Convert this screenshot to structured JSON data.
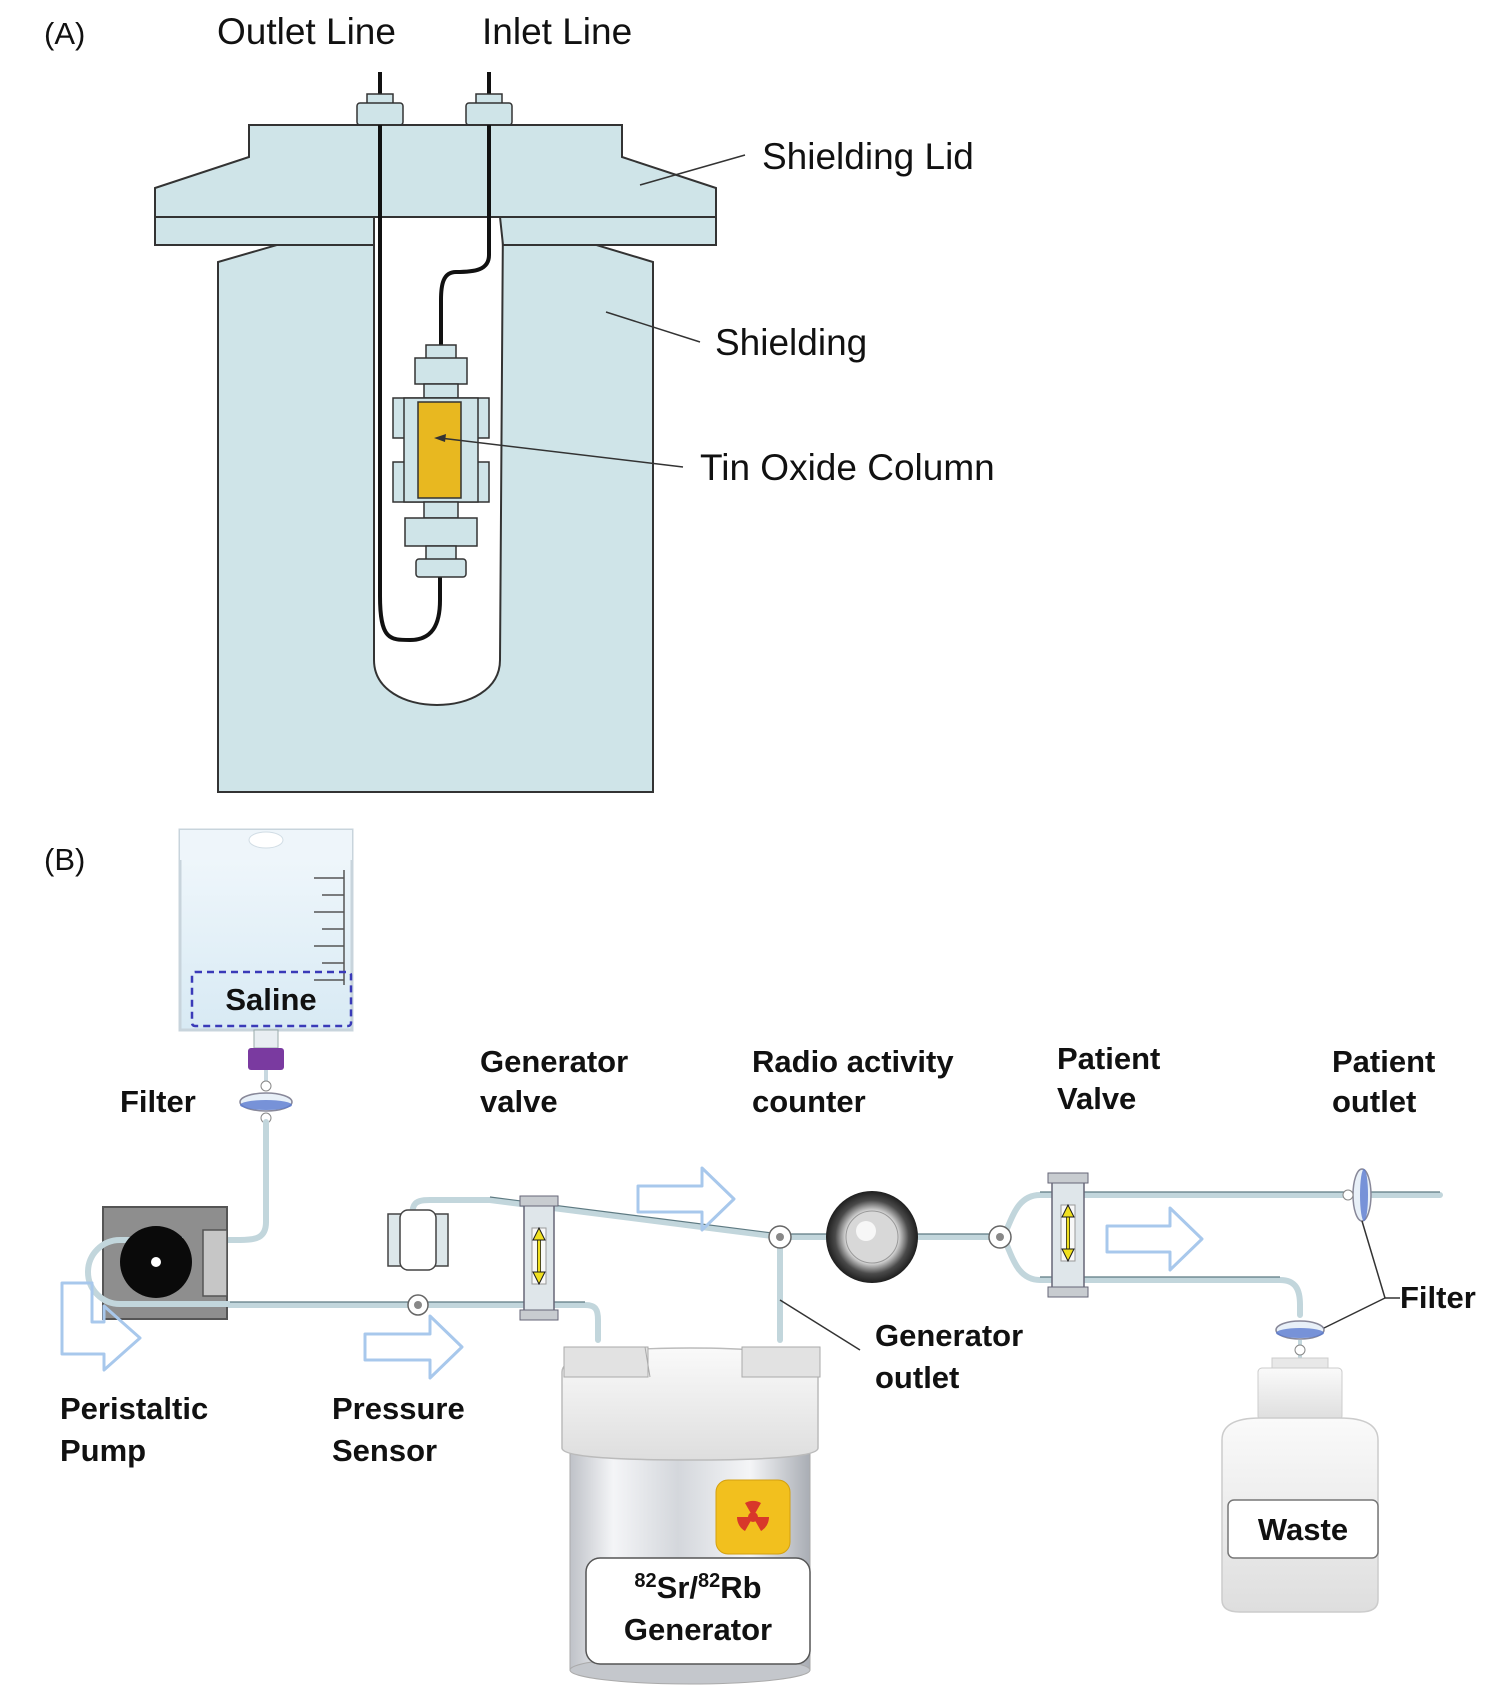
{
  "panel_a": {
    "panel_label": "(A)",
    "outlet_line": "Outlet Line",
    "inlet_line": "Inlet Line",
    "shielding_lid": "Shielding Lid",
    "shielding": "Shielding",
    "tin_oxide_column": "Tin Oxide Column"
  },
  "panel_b": {
    "panel_label": "(B)",
    "saline": "Saline",
    "filter_top": "Filter",
    "generator_valve": [
      "Generator",
      "valve"
    ],
    "radio_activity_counter": [
      "Radio activity",
      "counter"
    ],
    "patient_valve": [
      "Patient",
      "Valve"
    ],
    "patient_outlet": [
      "Patient",
      "outlet"
    ],
    "filter_right": "Filter",
    "generator_outlet": [
      "Generator",
      "outlet"
    ],
    "peristaltic_pump": [
      "Peristaltic",
      "Pump"
    ],
    "pressure_sensor": [
      "Pressure",
      "Sensor"
    ],
    "waste": "Waste",
    "generator": {
      "sr_mass": "82",
      "sr_symbol": "Sr/",
      "rb_mass": "82",
      "rb_symbol": "Rb",
      "line2": "Generator"
    }
  },
  "colors": {
    "shielding_fill": "#cfe4e8",
    "column_fill": "#e8b820",
    "flow_arrow": "#a8c8ec",
    "valve_arrow": "#f0e020",
    "radiation_badge": "#f2c01e",
    "filter_cap": "#7a3aa0"
  },
  "icons": [
    "radiation-icon",
    "flow-arrow-icon",
    "valve-arrow-icon"
  ]
}
